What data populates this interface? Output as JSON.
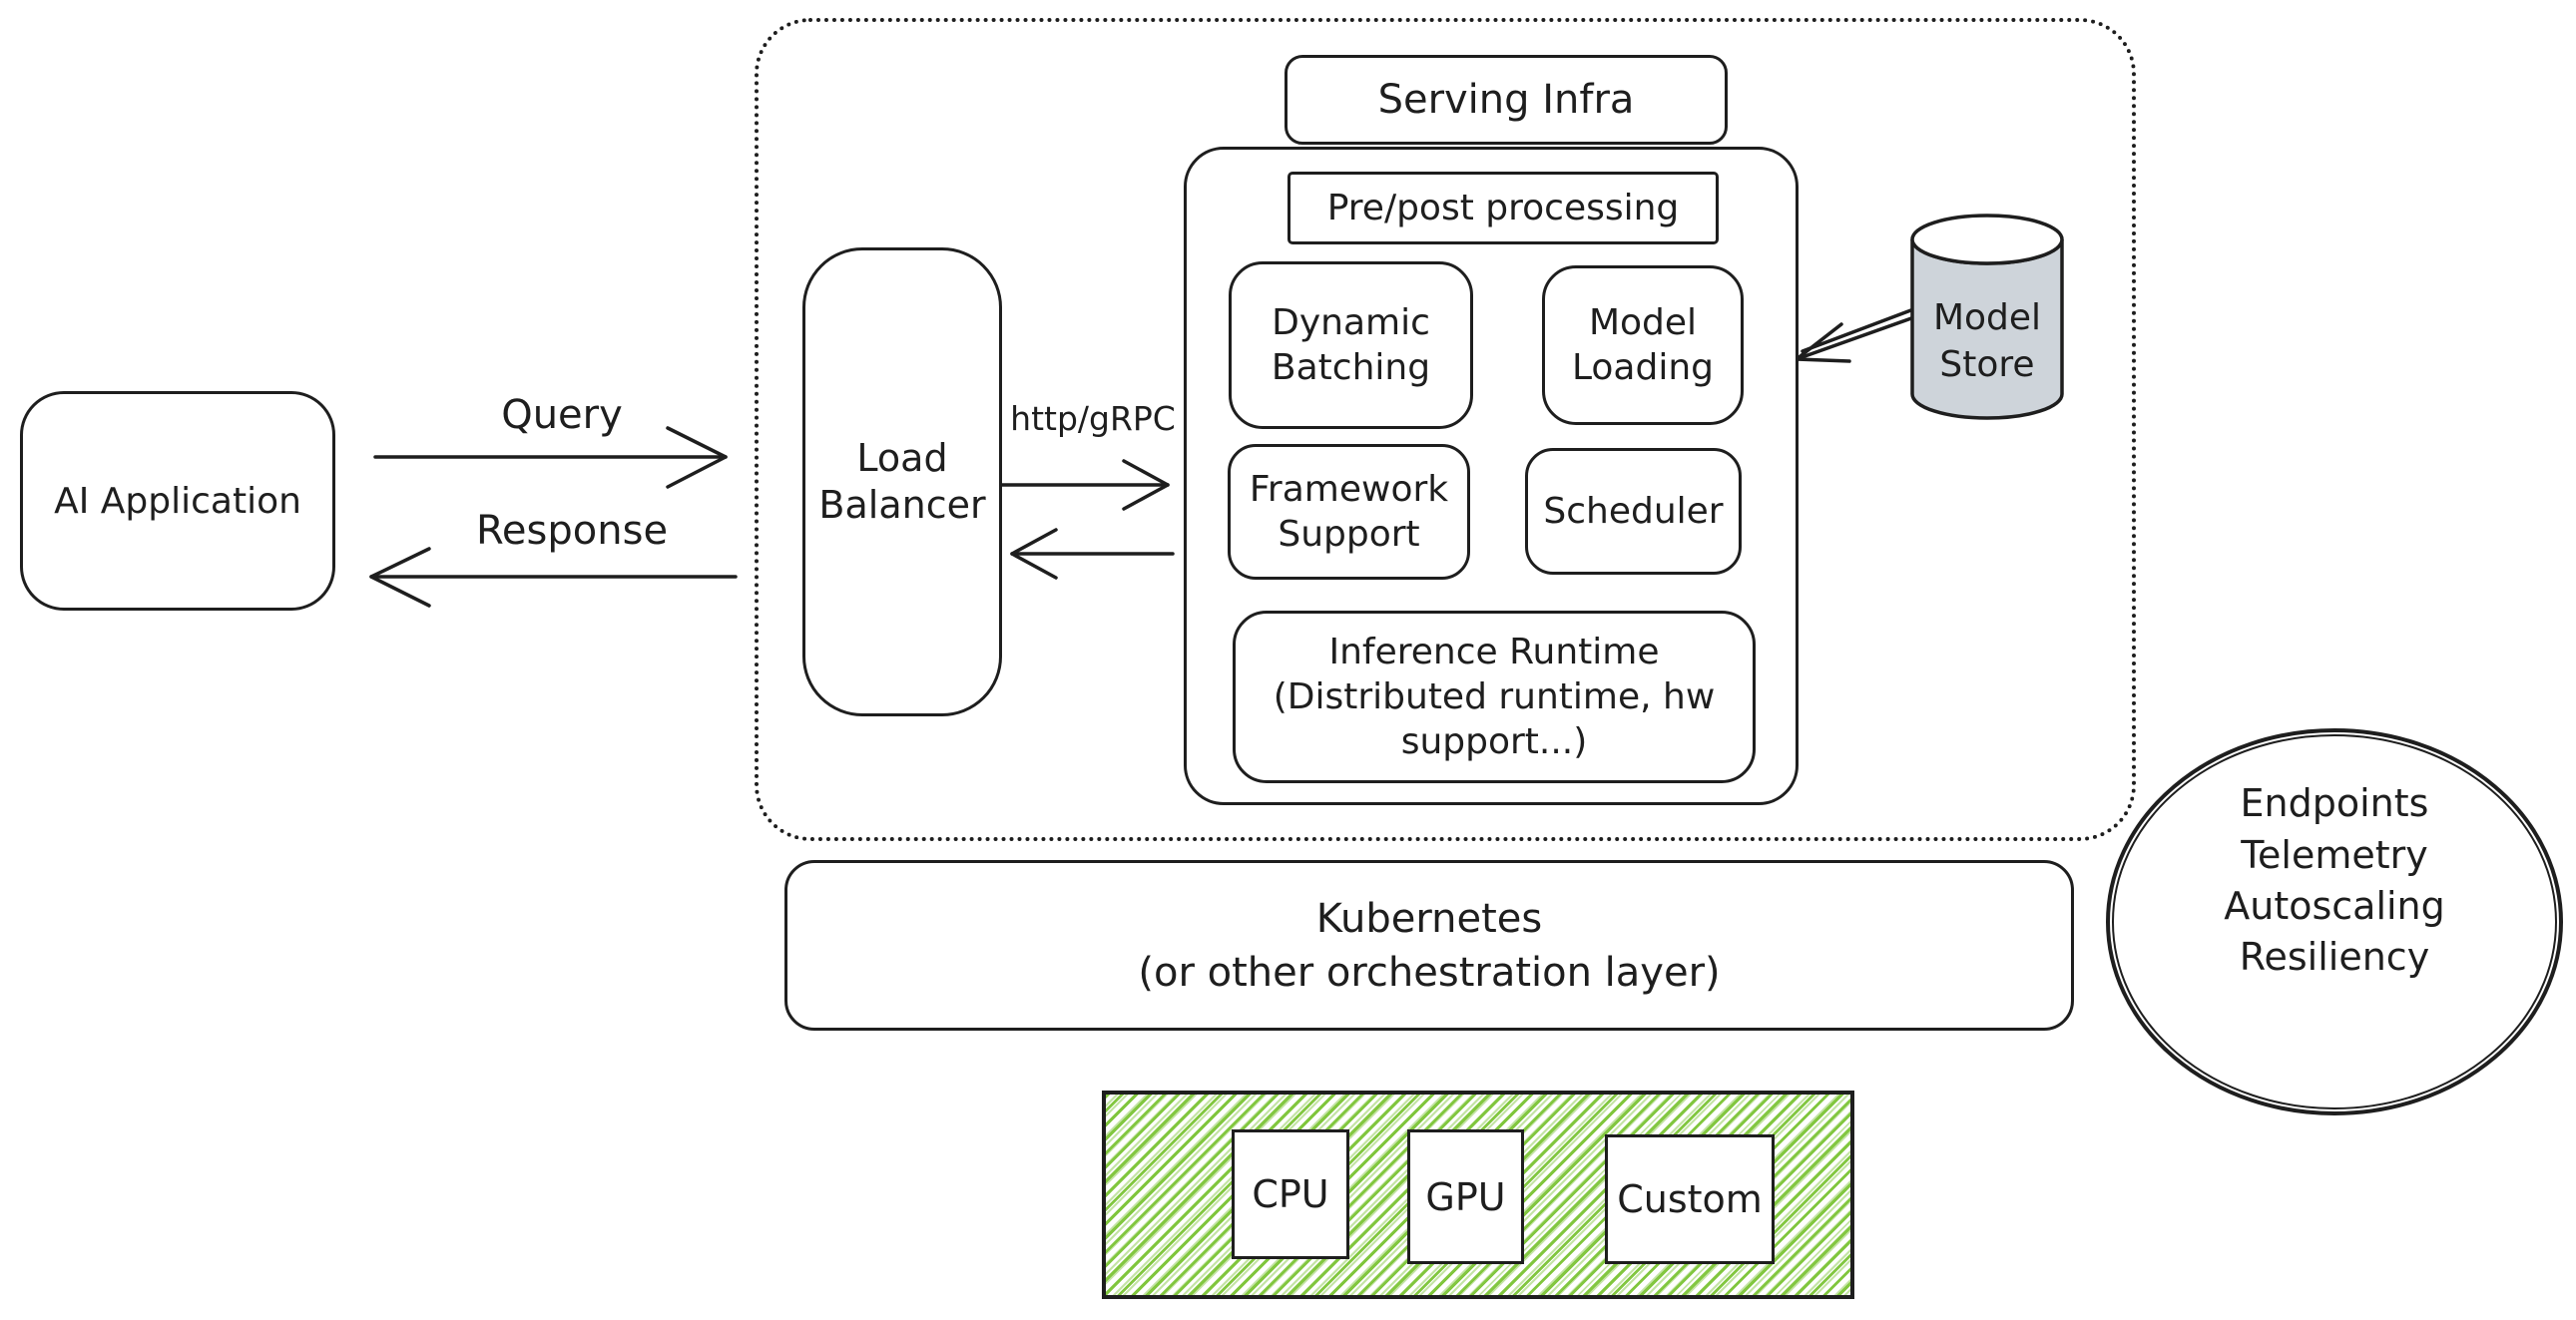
{
  "theme": {
    "stroke": "#1e1e1e",
    "store-fill": "#ced4da",
    "hatch-green": "#7cc437",
    "bg": "#ffffff"
  },
  "nodes": {
    "ai_application": "AI Application",
    "query_label": "Query",
    "response_label": "Response",
    "protocol_label": "http/gRPC",
    "serving_infra_title": "Serving Infra",
    "load_balancer": "Load Balancer",
    "pre_post_processing": "Pre/post processing",
    "dynamic_batching": "Dynamic Batching",
    "model_loading": "Model Loading",
    "framework_support": "Framework Support",
    "scheduler": "Scheduler",
    "inference_runtime_title": "Inference Runtime",
    "inference_runtime_subtitle": "(Distributed runtime, hw support...)",
    "model_store_line1": "Model",
    "model_store_line2": "Store",
    "kubernetes_line1": "Kubernetes",
    "kubernetes_line2": "(or other orchestration layer)",
    "capabilities": [
      "Endpoints",
      "Telemetry",
      "Autoscaling",
      "Resiliency"
    ],
    "hardware": [
      "CPU",
      "GPU",
      "Custom"
    ]
  }
}
